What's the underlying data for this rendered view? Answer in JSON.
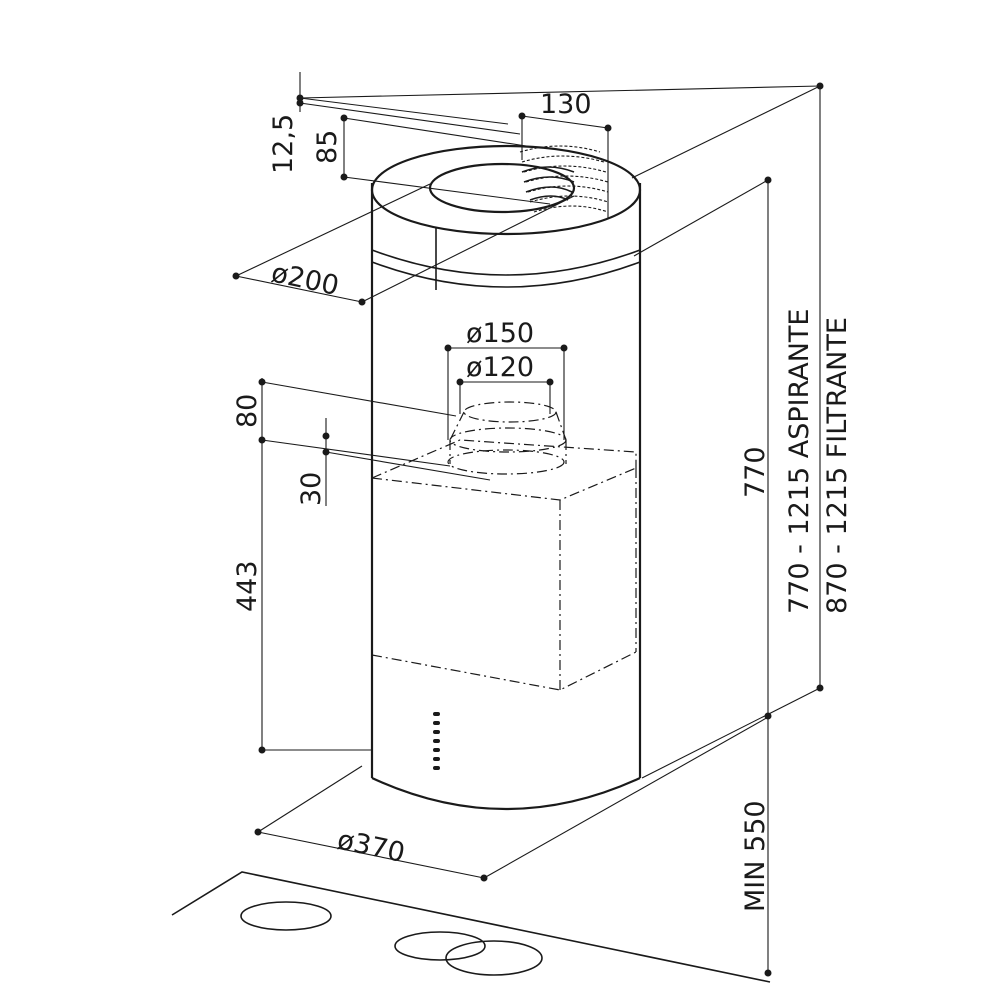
{
  "dimensions": {
    "top_cap_width": "130",
    "top_offset": "12,5",
    "top_height": "85",
    "top_diameter": "ø200",
    "outlet_outer": "ø150",
    "outlet_inner": "ø120",
    "collar_height": "80",
    "collar_offset": "30",
    "body_lower": "443",
    "body_diameter": "ø370",
    "body_height": "770",
    "range_aspirante": "770 - 1215 ASPIRANTE",
    "range_filtrante": "870 - 1215 FILTRANTE",
    "min_clearance": "MIN 550"
  },
  "colors": {
    "line": "#1a1a1a",
    "background": "#ffffff"
  }
}
